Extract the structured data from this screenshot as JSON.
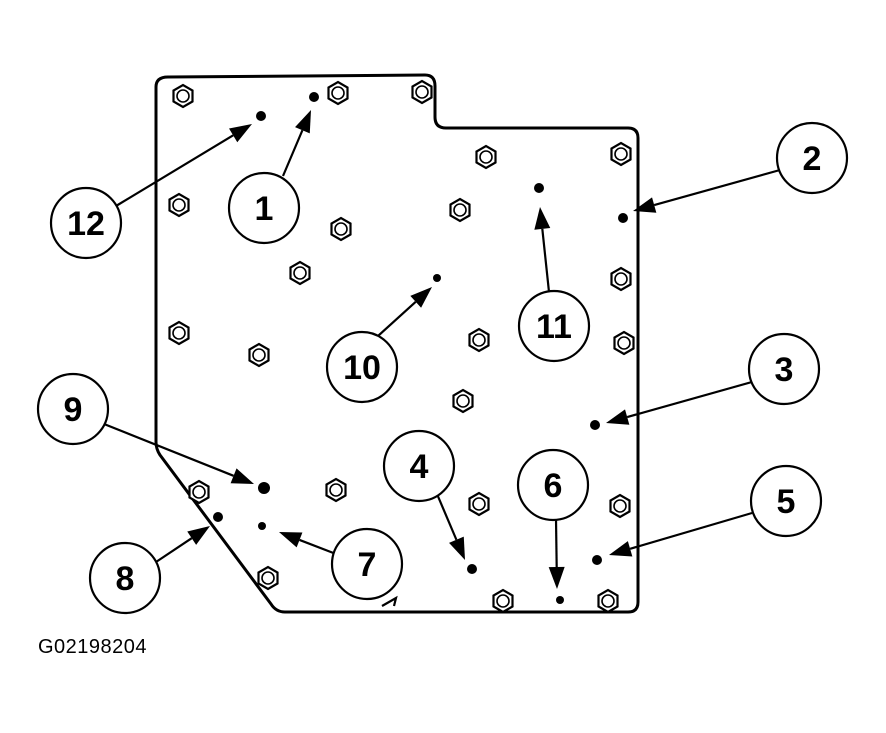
{
  "figure_id": "G02198204",
  "callouts": [
    {
      "number": "1"
    },
    {
      "number": "2"
    },
    {
      "number": "3"
    },
    {
      "number": "4"
    },
    {
      "number": "5"
    },
    {
      "number": "6"
    },
    {
      "number": "7"
    },
    {
      "number": "8"
    },
    {
      "number": "9"
    },
    {
      "number": "10"
    },
    {
      "number": "11"
    },
    {
      "number": "12"
    }
  ],
  "colors": {
    "ink": "#000000",
    "paper": "#ffffff"
  }
}
